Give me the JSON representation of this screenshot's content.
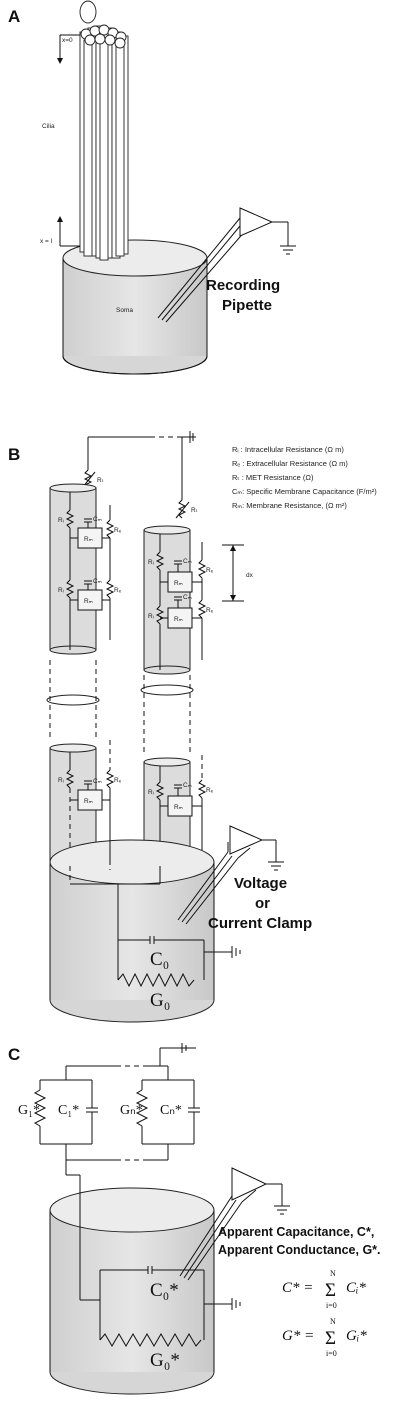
{
  "panels": {
    "a": {
      "letter": "A",
      "x0_label": "x=0",
      "cilia_label": "Cilia",
      "xl_label": "x = l",
      "soma_label": "Soma",
      "pipette_line1": "Recording",
      "pipette_line2": "Pipette"
    },
    "b": {
      "letter": "B",
      "legend": [
        "Rᵢ : Intracellular Resistance (Ω m)",
        "Rₑ : Extracellular Resistance (Ω m)",
        "Rₜ : MET Resistance (Ω)",
        "Cₘ: Specific Membrane Capacitance (F/m²)",
        "Rₘ: Membrane Resistance, (Ω m²)"
      ],
      "dx_label": "dx",
      "clamp_line1": "Voltage",
      "clamp_line2": "or",
      "clamp_line3": "Current Clamp",
      "ri": "Rᵢ",
      "re": "Rₑ",
      "rt": "Rₜ",
      "cm": "Cₘ",
      "rm": "Rₘ",
      "c0": "C₀",
      "g0": "G₀"
    },
    "c": {
      "letter": "C",
      "g1": "G₁*",
      "c1": "C₁*",
      "gn": "Gₙ*",
      "cn": "Cₙ*",
      "c0": "C₀*",
      "g0": "G₀*",
      "apparent_line1": "Apparent Capacitance, C*,",
      "apparent_line2": "Apparent Conductance, G*.",
      "eq_c_lhs": "C* =",
      "eq_c_sum": "Σ",
      "eq_c_term": "Cᵢ*",
      "eq_g_lhs": "G* =",
      "eq_g_sum": "Σ",
      "eq_g_term": "Gᵢ*",
      "sum_top": "N",
      "sum_bottom": "i=0"
    }
  }
}
